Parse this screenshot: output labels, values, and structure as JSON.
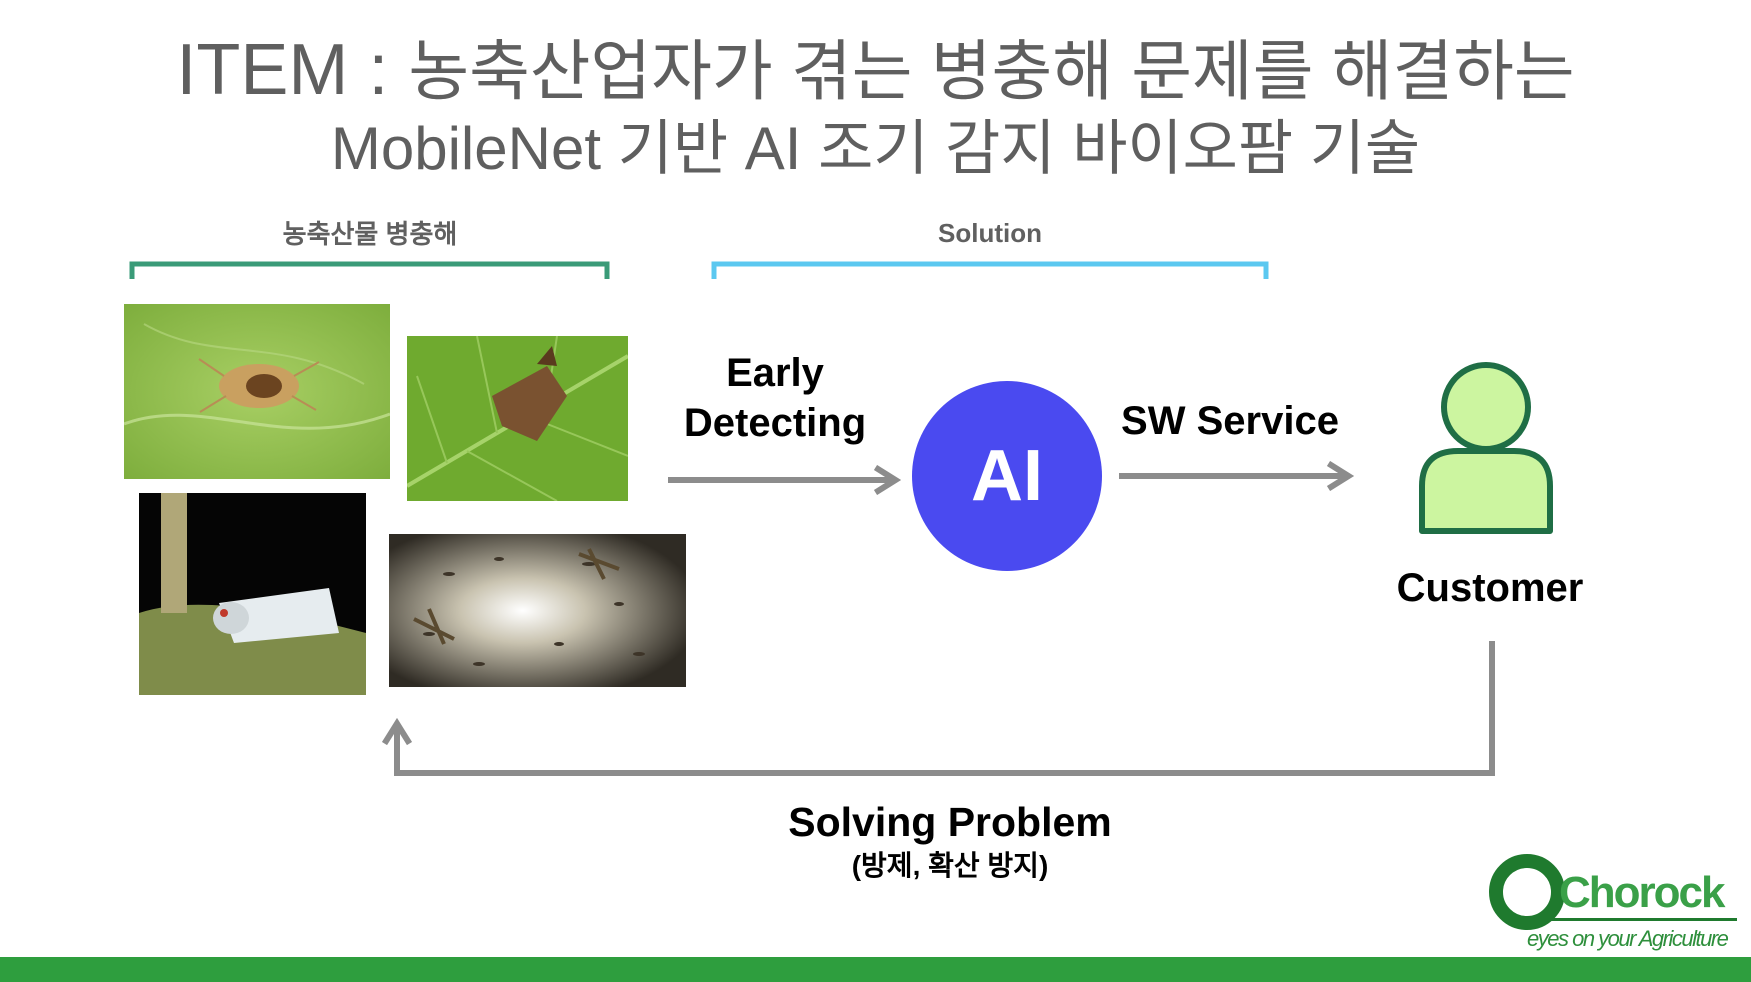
{
  "title": {
    "item_prefix": "ITEM : ",
    "line1_korean": "농축산업자가 겪는 병충해 문제를 해결하는",
    "line2": "MobileNet 기반 AI 조기 감지 바이오팜 기술"
  },
  "labels": {
    "pests_group": "농축산물 병충해",
    "solution_group": "Solution"
  },
  "flow": {
    "early_line1": "Early",
    "early_line2": "Detecting",
    "ai": "AI",
    "sw_service": "SW Service",
    "customer": "Customer",
    "solving": "Solving Problem",
    "solving_sub": "(방제, 확산 방지)"
  },
  "logo": {
    "word": "Chorock",
    "tagline": "eyes on your Agriculture"
  },
  "colors": {
    "pests_bracket": "#3a9b78",
    "solution_bracket": "#5bc8f0",
    "ai_circle": "#4a4af0",
    "customer_fill": "#ccf5a0",
    "customer_stroke": "#1f6e45",
    "arrow": "#8c8c8c",
    "bottom_bar": "#2e9e3e",
    "logo_green": "#1f7a2e"
  },
  "icons": [
    "right-arrow-icon",
    "up-arrow-icon",
    "person-icon",
    "chorock-logo-icon"
  ]
}
